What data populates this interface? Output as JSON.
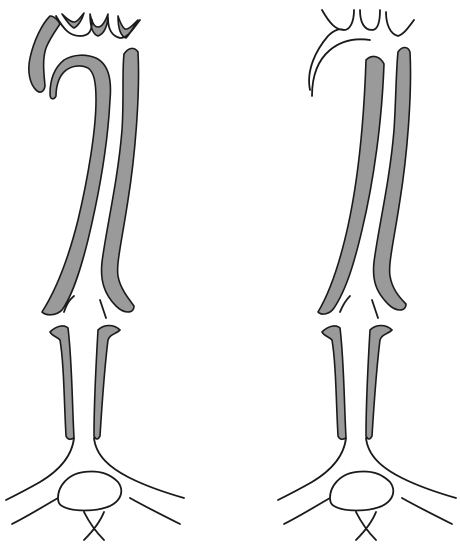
{
  "figure": {
    "panels": [
      {
        "id": "left",
        "false_lumen_extent": "ascending-arch-descending",
        "shading_color": "#9a9a9a"
      },
      {
        "id": "right",
        "false_lumen_extent": "descending-only",
        "shading_color": "#9a9a9a"
      }
    ],
    "colors": {
      "background": "#ffffff",
      "outline": "#1a1a1a",
      "shading": "#9a9a9a"
    }
  }
}
